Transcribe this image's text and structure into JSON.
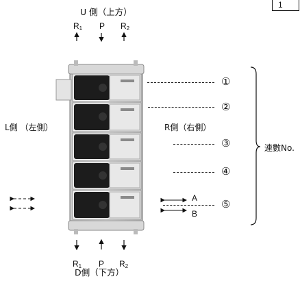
{
  "top": {
    "side_label": "U 側（上方）",
    "ports": [
      {
        "label": "R",
        "sub": "1"
      },
      {
        "label": "P",
        "sub": ""
      },
      {
        "label": "R",
        "sub": "2"
      }
    ]
  },
  "bottom": {
    "side_label": "D側（下方）",
    "ports": [
      {
        "label": "R",
        "sub": "1"
      },
      {
        "label": "P",
        "sub": ""
      },
      {
        "label": "R",
        "sub": "2"
      }
    ]
  },
  "left_label": "L側 （左側）",
  "right_label": "R側（右側）",
  "station_numbers": [
    "①",
    "②",
    "③",
    "④",
    "⑤"
  ],
  "station_label": "連數No.",
  "output_a": "A",
  "output_b": "B",
  "corner_tab": "1"
}
